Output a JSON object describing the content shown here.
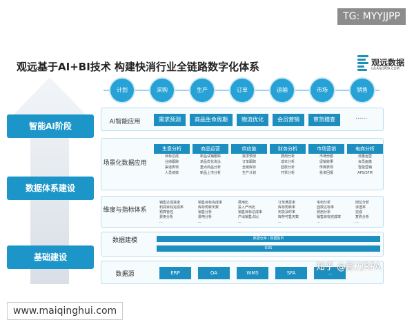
{
  "watermarks": {
    "top": "TG: MYYJJPP",
    "bottom": "www.maiqinghui.com",
    "zhihu": "知乎 @影刀RPA"
  },
  "title": "观远基于AI+BI技术 构建快消行业全链路数字化体系",
  "logo": {
    "name": "观远数据",
    "sub": "GUANDATA.COM"
  },
  "stages": [
    "智能AI阶段",
    "数据体系建设",
    "基础建设"
  ],
  "chain": [
    "计划",
    "采购",
    "生产",
    "订单",
    "运输",
    "市场",
    "销售"
  ],
  "ai_layer": {
    "label": "AI智能应用",
    "items": [
      "需求预测",
      "商品生命周期",
      "物流优化",
      "会员营销",
      "审货稽查"
    ],
    "more": "......"
  },
  "scene_layer": {
    "label": "场景化数据应用",
    "columns": [
      {
        "head": "生意分析",
        "items": [
          "目标达成",
          "业绩跟踪",
          "渠道表现",
          "人员绩效"
        ]
      },
      {
        "head": "商品运营",
        "items": [
          "新品试销跟踪",
          "单品优化淘汰",
          "重点商品分析",
          "新品上市分析"
        ]
      },
      {
        "head": "供应链",
        "items": [
          "需求预测",
          "订单跟踪",
          "全链库存",
          "生产计划"
        ]
      },
      {
        "head": "财务分析",
        "items": [
          "费用分析",
          "成本分析",
          "回款分析",
          "开票分析"
        ]
      },
      {
        "head": "市场营销",
        "items": [
          "市场份额",
          "促销效果",
          "传媒表现",
          "投资回报"
        ]
      },
      {
        "head": "电商分析",
        "items": [
          "流量运营",
          "会员画像",
          "智能营销",
          "APS/SFM"
        ]
      }
    ]
  },
  "dimension_layer": {
    "label": "维度与指标体系",
    "columns": [
      [
        "销售达成进度",
        "利润目标完成率",
        "预算管控",
        "费用分析",
        "..."
      ],
      [
        "销售目标完成率",
        "库存周转天数",
        "销售分析",
        "费用分析",
        "..."
      ],
      [
        "费用比",
        "投入产出比",
        "销售目标达成率",
        "产出销售占比",
        "..."
      ],
      [
        "订单满足率",
        "库存周转率",
        "到货及时率",
        "库存可售天数",
        "..."
      ],
      [
        "毛利分析",
        "回款达标率",
        "费用分析",
        "销售目标完成率",
        "..."
      ],
      [
        "岗位分析",
        "渗透率",
        "完成",
        "复购分析",
        "..."
      ]
    ]
  },
  "model_layer": {
    "label": "数据建模",
    "bars": [
      "数据仓库 / 数据集市",
      "ODS"
    ]
  },
  "source_layer": {
    "label": "数据源",
    "items": [
      "ERP",
      "OA",
      "WMS",
      "SFA",
      "..."
    ]
  },
  "colors": {
    "accent": "#1c8fc0",
    "stage": "#1c95c8",
    "circle": "#27a2d6"
  }
}
